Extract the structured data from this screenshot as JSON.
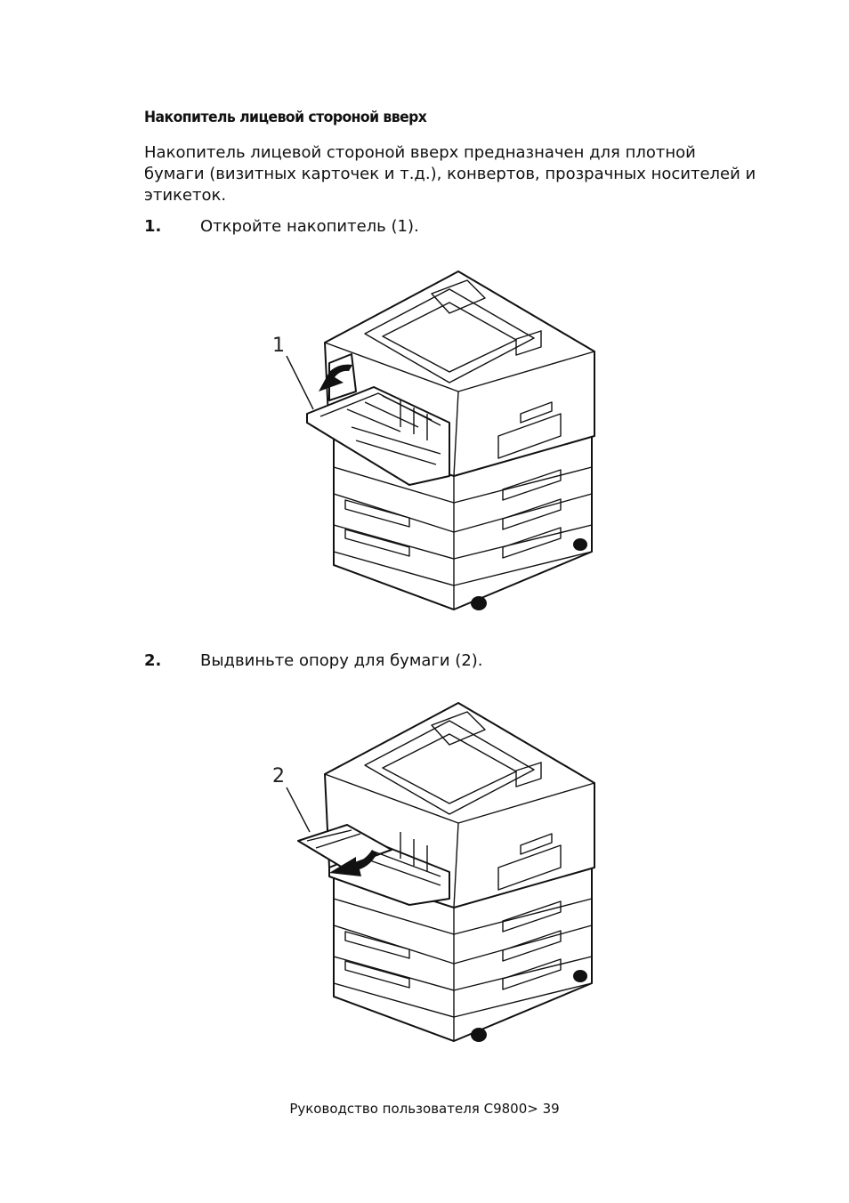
{
  "heading": "Накопитель лицевой стороной вверх",
  "intro": "Накопитель лицевой стороной вверх предназначен для плотной бумаги (визитных карточек и т.д.), конвертов, прозрачных носителей и этикеток.",
  "steps": [
    {
      "number": "1.",
      "text": "Откройте накопитель (1).",
      "callout": "1"
    },
    {
      "number": "2.",
      "text": "Выдвиньте опору для бумаги (2).",
      "callout": "2"
    }
  ],
  "footer": "Руководство пользователя C9800> 39"
}
